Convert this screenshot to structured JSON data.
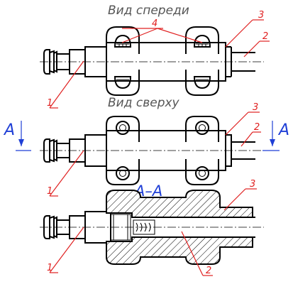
{
  "views": {
    "front": {
      "title": "Вид спереди"
    },
    "top": {
      "title": "Вид сверху"
    },
    "section": {
      "title": "A–A"
    }
  },
  "cut_plane": {
    "left_letter": "A",
    "right_letter": "A"
  },
  "callouts": {
    "front_1": "1",
    "front_2": "2",
    "front_3": "3",
    "front_4": "4",
    "top_1": "1",
    "top_2": "2",
    "top_3": "3",
    "section_1": "1",
    "section_2": "2",
    "section_3": "3"
  },
  "colors": {
    "title_gray": "#555555",
    "section_blue": "#1f3fd6",
    "leader_red": "#e02020",
    "line_black": "#000000"
  }
}
